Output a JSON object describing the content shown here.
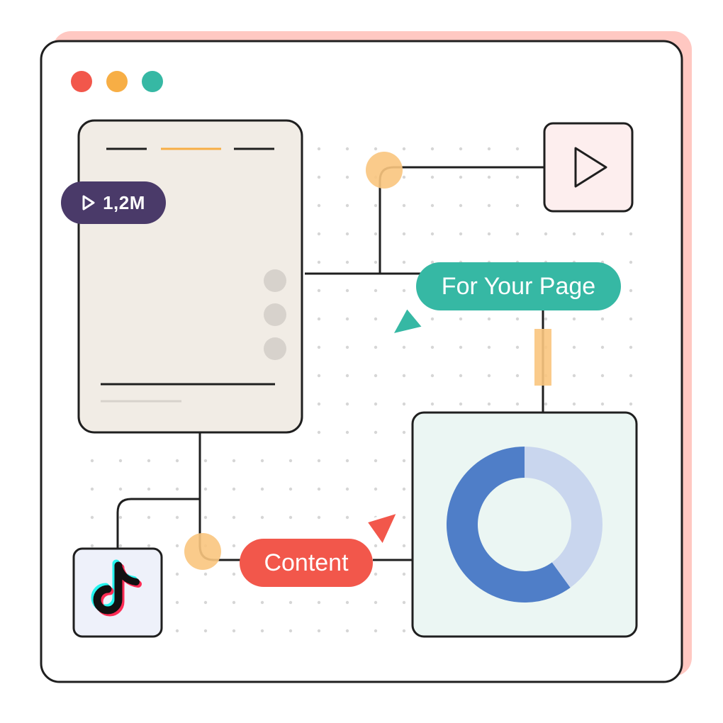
{
  "badge": {
    "views_label": "1,2M",
    "icon": "play-outline-icon"
  },
  "labels": {
    "for_your_page": "For Your Page",
    "content": "Content"
  },
  "window": {
    "controls": [
      "close",
      "minimize",
      "maximize"
    ]
  },
  "icons": [
    "play-button-icon",
    "tiktok-logo-icon",
    "cursor-arrow-teal-icon",
    "cursor-arrow-red-icon"
  ],
  "chart_data": {
    "type": "pie",
    "style": "donut",
    "series": [
      {
        "values": [
          60,
          40
        ]
      }
    ],
    "colors": [
      "#4f7ec8",
      "#c9d6ee"
    ]
  },
  "colors": {
    "window_border": "#1f1f1f",
    "window_shadow": "#ffc8c2",
    "dot_red": "#f2574b",
    "dot_yellow": "#f7ae45",
    "dot_teal": "#36b8a4",
    "phone_bg": "#f1ece5",
    "badge_bg": "#4a3a69",
    "play_box_bg": "#fdeeee",
    "chart_box_bg": "#ebf6f3",
    "tiktok_box_bg": "#eef1fa",
    "accent_orange": "#f9c57e"
  }
}
